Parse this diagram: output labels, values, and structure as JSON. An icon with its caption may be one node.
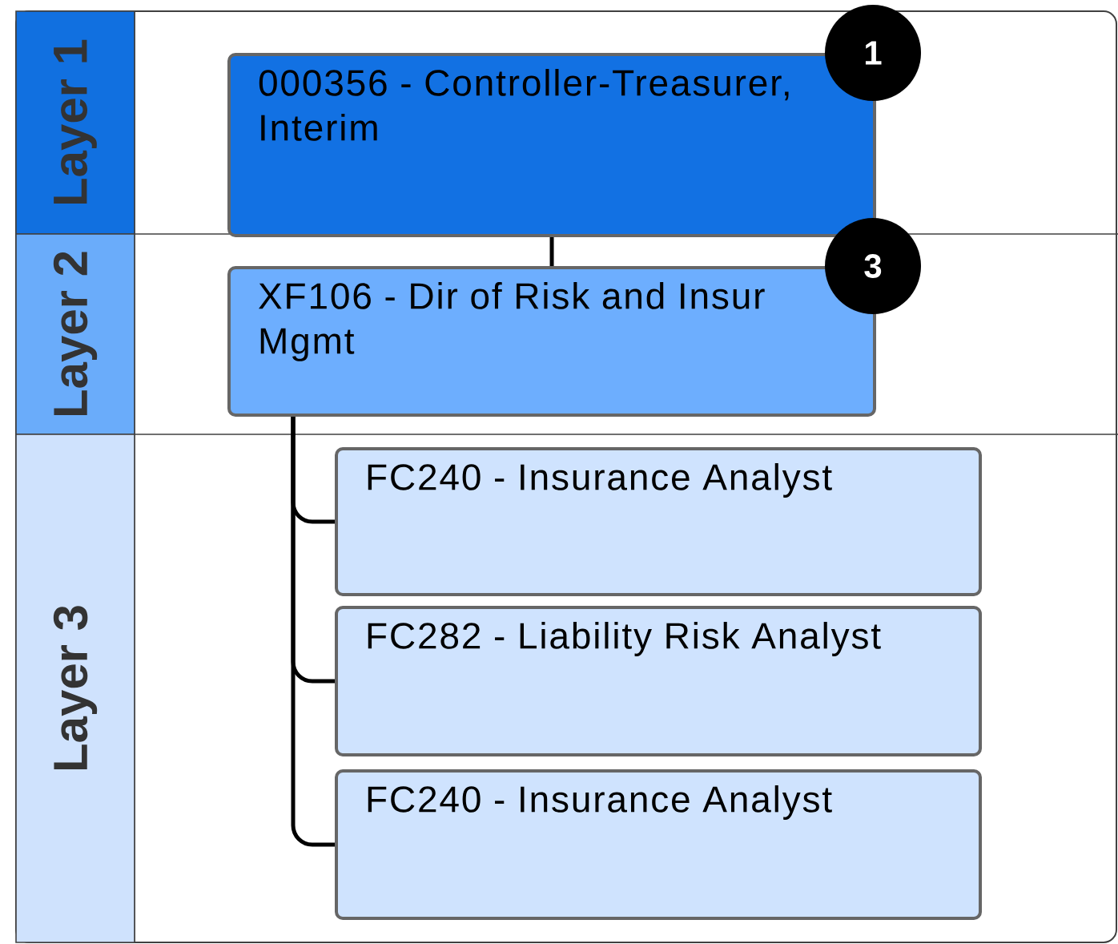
{
  "diagram": {
    "nodes": [
      {
        "text": [
          "Layer 1"
        ]
      },
      {
        "text": [
          "Layer 2"
        ]
      },
      {
        "text": [
          "Layer 3"
        ]
      },
      {
        "text": [
          "000356 - Controller-Treasurer, Interim"
        ]
      },
      {
        "text": [
          "1"
        ]
      },
      {
        "text": [
          "XF106 - Dir of Risk and Insur Mgmt"
        ]
      },
      {
        "text": [
          "3"
        ]
      },
      {
        "text": [
          "FC240 - Insurance Analyst"
        ]
      },
      {
        "text": [
          "FC282 - Liability Risk Analyst"
        ]
      },
      {
        "text": [
          "FC240 - Insurance Analyst"
        ]
      }
    ],
    "edges": [
      {
        "from": 3,
        "to": 5,
        "arrow": "none"
      },
      {
        "from": 5,
        "to": 7,
        "arrow": "none"
      },
      {
        "from": 5,
        "to": 8,
        "arrow": "none"
      },
      {
        "from": 5,
        "to": 9,
        "arrow": "none"
      }
    ]
  }
}
